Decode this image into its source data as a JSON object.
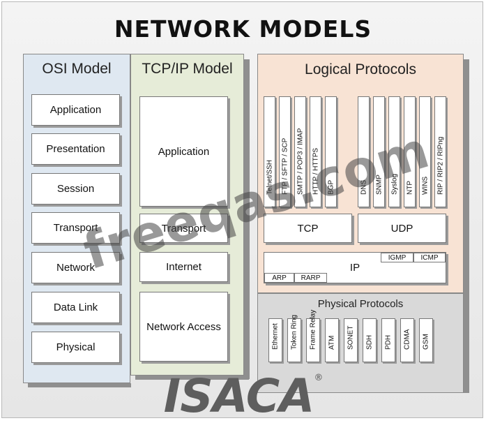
{
  "title": "NETWORK MODELS",
  "osi": {
    "title": "OSI Model",
    "layers": [
      "Application",
      "Presentation",
      "Session",
      "Transport",
      "Network",
      "Data Link",
      "Physical"
    ]
  },
  "tcpip": {
    "title": "TCP/IP Model",
    "layers": [
      "Application",
      "Transport",
      "Internet",
      "Network Access"
    ]
  },
  "logical": {
    "title": "Logical Protocols",
    "tcp_apps": [
      "Telnet/SSH",
      "FTP / SFTP / SCP",
      "SMTP / POP3 / IMAP",
      "HTTP / HTTPS",
      "BGP"
    ],
    "udp_apps": [
      "DNS",
      "SNMP",
      "Syslog",
      "NTP",
      "WINS",
      "RIP / RIP2 / RIPng"
    ],
    "tcp": "TCP",
    "udp": "UDP",
    "ip": "IP",
    "igmp": "IGMP",
    "icmp": "ICMP",
    "arp": "ARP",
    "rarp": "RARP"
  },
  "physical": {
    "title": "Physical Protocols",
    "items": [
      "Ethernet",
      "Token Ring",
      "Frame Relay",
      "ATM",
      "SONET",
      "SDH",
      "PDH",
      "CDMA",
      "GSM"
    ]
  },
  "watermark": "freeqas.com",
  "logo": "ISACA",
  "logo_mark": "®"
}
